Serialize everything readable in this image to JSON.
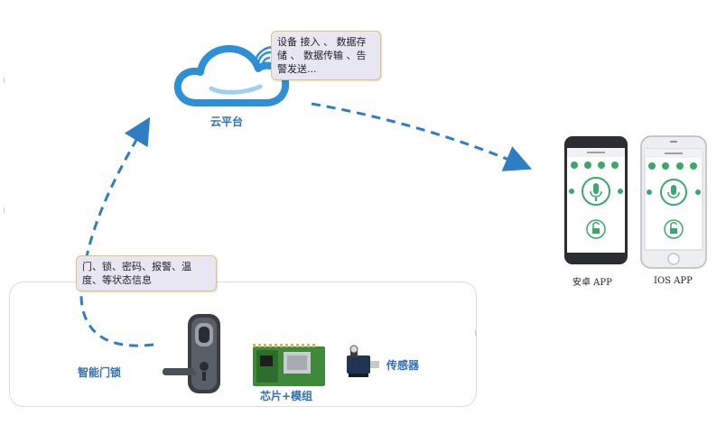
{
  "cloud": {
    "label": "云平台",
    "callout_text": "设备 接入 、 数据存储 、 数据传输 、告警发送..."
  },
  "lock_callout_text": "门、锁、密码、报警、温度、等状态信息",
  "devices": {
    "lock_label": "智能门锁",
    "chip_label": "芯片+模组",
    "sensor_label": "传感器"
  },
  "phones": {
    "android_label": "安卓 APP",
    "ios_label": "IOS APP"
  },
  "colors": {
    "arrow": "#2f7dc5",
    "cloud_stroke": "#2d8fd6",
    "callout_bg": "#e9e6f4",
    "callout_border": "#d8c77a",
    "app_green": "#3aa86a"
  }
}
